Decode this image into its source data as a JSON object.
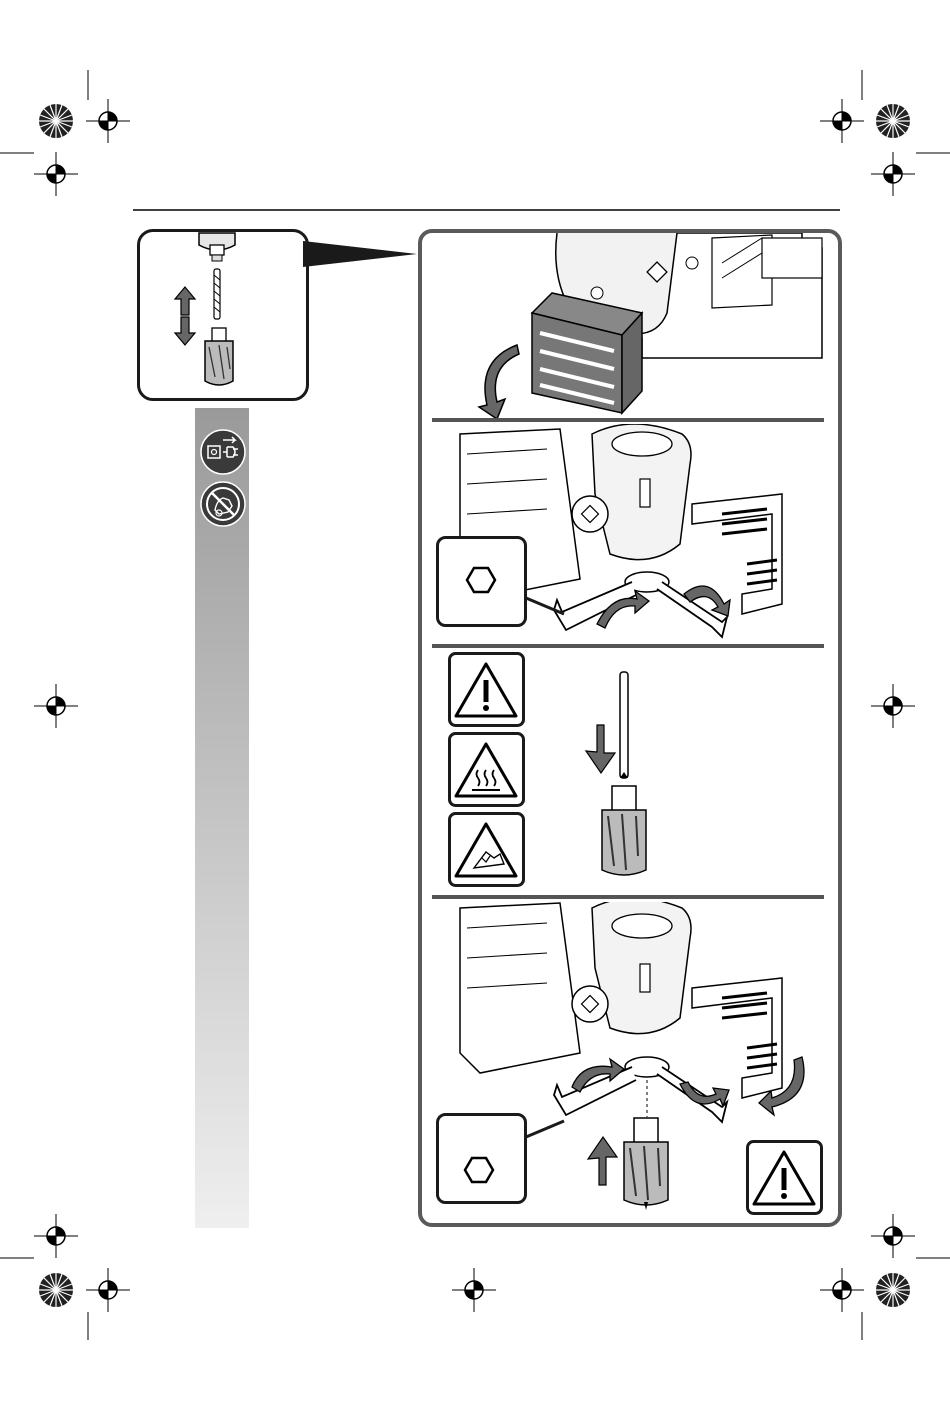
{
  "page": {
    "background": "#ffffff",
    "frame_color": "#333333",
    "sidebar_gradient_top": "#9a9a9a",
    "sidebar_gradient_bottom": "#efefef"
  },
  "inset": {
    "icons": [
      "drill-chuck-icon",
      "twist-drill-icon",
      "up-down-arrow-icon",
      "core-cutter-icon"
    ]
  },
  "sidebar": {
    "icons": [
      "disconnect-mains-plug-icon",
      "wear-protective-gloves-icon"
    ]
  },
  "steps": [
    {
      "id": "step-1",
      "icons": [
        "chip-guard-icon",
        "rotate-arrow-icon"
      ]
    },
    {
      "id": "step-2",
      "icons": [
        "hex-key-icon",
        "hexagon-socket-icon",
        "loosen-arrow-icon"
      ]
    },
    {
      "id": "step-3",
      "icons": [
        "warning-triangle-icon",
        "hot-surface-warning-icon",
        "sharp-edge-warning-icon",
        "ejector-pin-icon",
        "core-cutter-icon"
      ]
    },
    {
      "id": "step-4",
      "icons": [
        "hex-key-icon",
        "hexagon-socket-icon",
        "tighten-arrow-icon",
        "warning-triangle-icon"
      ]
    }
  ]
}
